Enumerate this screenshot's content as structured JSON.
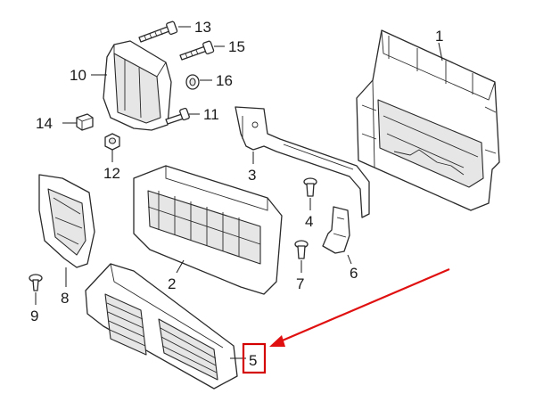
{
  "diagram": {
    "callouts": [
      {
        "id": "1",
        "text": "1"
      },
      {
        "id": "2",
        "text": "2"
      },
      {
        "id": "3",
        "text": "3"
      },
      {
        "id": "4",
        "text": "4"
      },
      {
        "id": "5",
        "text": "5",
        "highlighted": true
      },
      {
        "id": "6",
        "text": "6"
      },
      {
        "id": "7",
        "text": "7"
      },
      {
        "id": "8",
        "text": "8"
      },
      {
        "id": "9",
        "text": "9"
      },
      {
        "id": "10",
        "text": "10"
      },
      {
        "id": "11",
        "text": "11"
      },
      {
        "id": "12",
        "text": "12"
      },
      {
        "id": "13",
        "text": "13"
      },
      {
        "id": "14",
        "text": "14"
      },
      {
        "id": "15",
        "text": "15"
      },
      {
        "id": "16",
        "text": "16"
      }
    ],
    "highlight_color": "#e01010",
    "line_color": "#2a2a2a"
  }
}
